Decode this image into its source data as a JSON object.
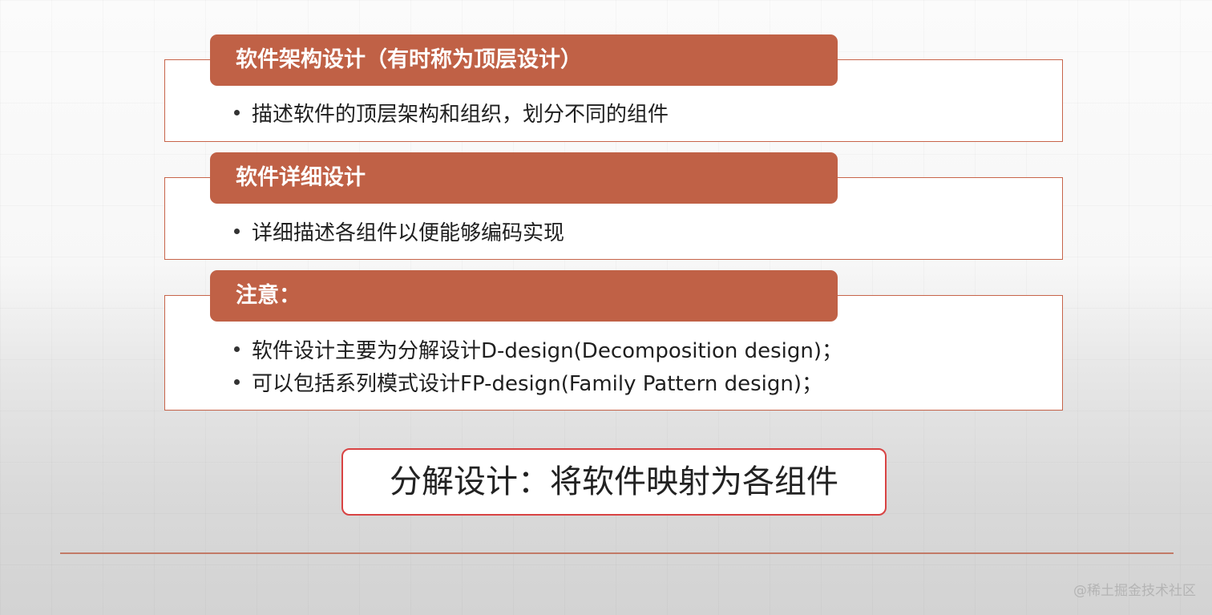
{
  "sections": [
    {
      "header": "软件架构设计（有时称为顶层设计）",
      "bullets": [
        "描述软件的顶层架构和组织，划分不同的组件"
      ]
    },
    {
      "header": "软件详细设计",
      "bullets": [
        "详细描述各组件以便能够编码实现"
      ]
    },
    {
      "header": "注意：",
      "bullets": [
        "软件设计主要为分解设计D-design(Decomposition design)；",
        "可以包括系列模式设计FP-design(Family Pattern design)；"
      ]
    }
  ],
  "summary": "分解设计：将软件映射为各组件",
  "watermark": "@稀土掘金技术社区",
  "colors": {
    "header_bg": "#c06146",
    "box_border": "#c7644a",
    "summary_border": "#d84343",
    "divider": "#c27a67"
  }
}
